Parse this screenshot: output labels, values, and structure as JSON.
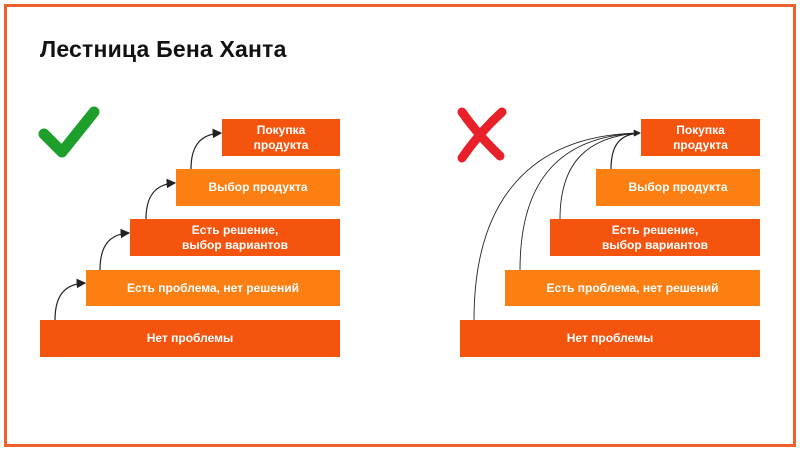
{
  "title": "Лестница Бена Ханта",
  "colors": {
    "frame": "#f0602a",
    "step_dark": "#f4540e",
    "step_light": "#fb7f13",
    "check": "#1e9e2a",
    "cross": "#e8202a"
  },
  "left": {
    "icon": "checkmark-icon",
    "steps": [
      "Нет проблемы",
      "Есть проблема, нет решений",
      "Есть решение,\nвыбор вариантов",
      "Выбор продукта",
      "Покупка\nпродукта"
    ]
  },
  "right": {
    "icon": "cross-icon",
    "steps": [
      "Нет проблемы",
      "Есть проблема, нет решений",
      "Есть решение,\nвыбор вариантов",
      "Выбор продукта",
      "Покупка\nпродукта"
    ]
  }
}
